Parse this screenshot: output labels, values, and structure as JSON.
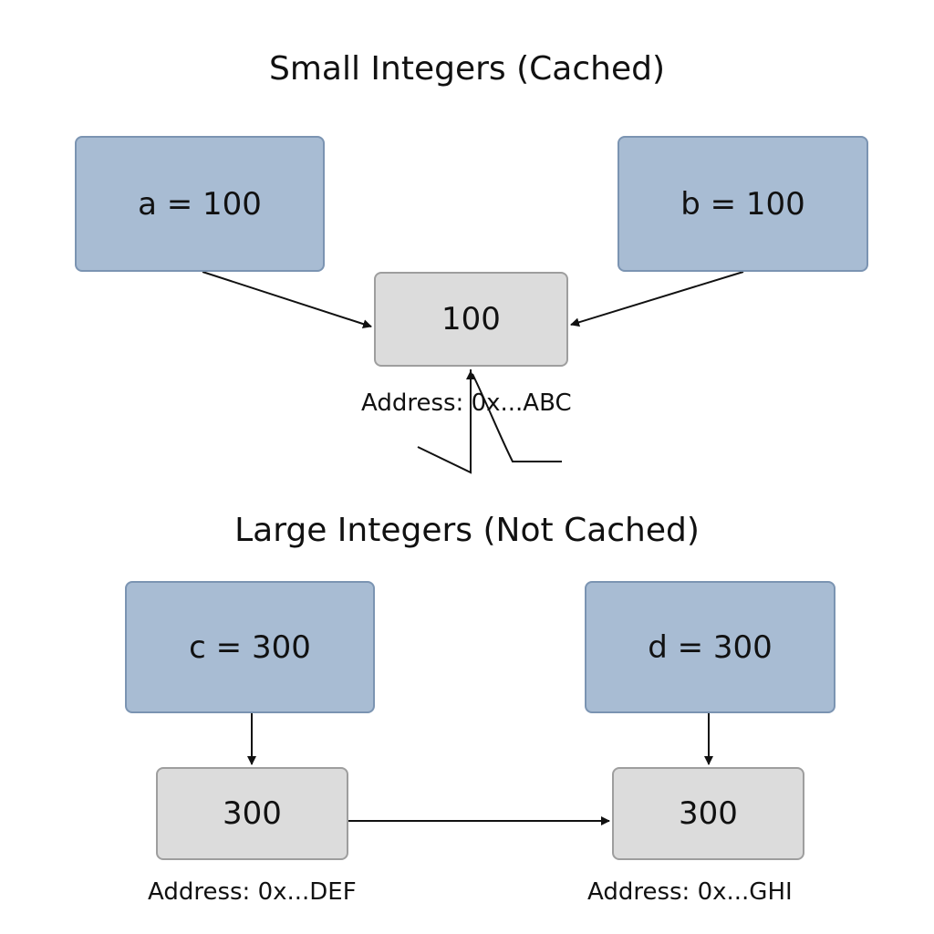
{
  "small": {
    "title": "Small Integers (Cached)",
    "var_a": "a = 100",
    "var_b": "b = 100",
    "shared_value": "100",
    "shared_address": "Address: 0x...ABC"
  },
  "large": {
    "title": "Large Integers (Not Cached)",
    "var_c": "c = 300",
    "var_d": "d = 300",
    "value_c": "300",
    "value_d": "300",
    "address_c": "Address: 0x...DEF",
    "address_d": "Address: 0x...GHI"
  },
  "colors": {
    "variable_box": "#a8bcd3",
    "value_box": "#dcdcdc",
    "arrow": "#111111"
  }
}
